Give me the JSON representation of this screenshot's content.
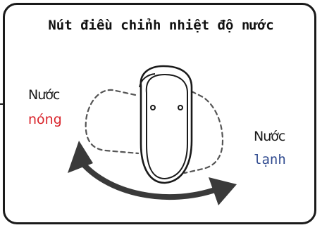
{
  "title": "Nút điều chỉnh nhiệt độ nước",
  "hot": {
    "line1": "Nước",
    "line2": "nóng",
    "color": "#d9232a"
  },
  "cold": {
    "line1": "Nước",
    "line2": "lạnh",
    "color": "#2f4a8f"
  },
  "icons": {
    "handle": "faucet-handle-icon",
    "arrow": "double-arrow-icon"
  }
}
